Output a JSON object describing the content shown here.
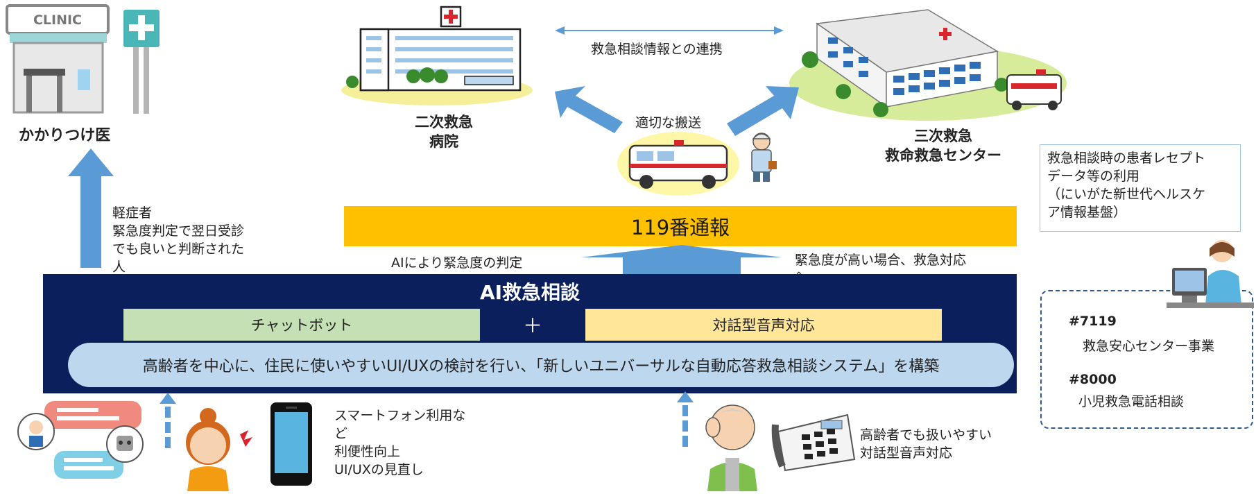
{
  "clinic": {
    "sign": "CLINIC",
    "label": "かかりつけ医"
  },
  "secondary": {
    "line1": "二次救急",
    "line2": "病院"
  },
  "tertiary": {
    "line1": "三次救急",
    "line2": "救命救急センター"
  },
  "link_label": "救急相談情報との連携",
  "transport_label": "適切な搬送",
  "mild_case": [
    "軽症者",
    "緊急度判定で翌日受診",
    "でも良いと判断された",
    "人"
  ],
  "band_119": "119番通報",
  "ai_judgement": "AIにより緊急度の判定",
  "high_urgency": [
    "緊急度が高い場合、救急対応",
    "へ"
  ],
  "ai_consult": {
    "title": "AI救急相談",
    "chatbot": "チャットボット",
    "plus": "＋",
    "voice": "対話型音声対応",
    "description": "高齢者を中心に、住民に使いやすいUI/UXの検討を行い、「新しいユニバーサルな自動応答救急相談システム」を構築"
  },
  "receipt_info": [
    "救急相談時の患者レセプト",
    "データ等の利用",
    "（にいがた新世代ヘルスケ",
    "ア情報基盤）"
  ],
  "hotlines": [
    {
      "number": "#7119",
      "desc": "救急安心センター事業"
    },
    {
      "number": "#8000",
      "desc": "小児救急電話相談"
    }
  ],
  "smartphone_note": [
    "スマートフォン利用な",
    "ど",
    "利便性向上",
    "UI/UXの見直し"
  ],
  "elderly_note": [
    "高齢者でも扱いやすい",
    "対話型音声対応"
  ],
  "colors": {
    "arrow_blue": "#5b9bd5",
    "yellow_band": "#ffc000",
    "navy_panel": "#0b1f5c",
    "chat_green": "#c5e0b4",
    "voice_yellow": "#ffe699",
    "pill_blue": "#bdd7ee"
  }
}
